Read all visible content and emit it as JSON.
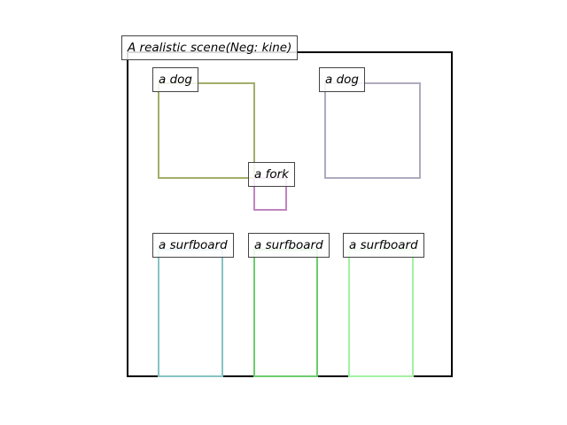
{
  "title": "A realistic scene(Neg: kine)",
  "boxes": [
    {
      "id": "dog-1",
      "label": "a dog",
      "color": "#a3ad68"
    },
    {
      "id": "dog-2",
      "label": "a dog",
      "color": "#b0aabe"
    },
    {
      "id": "fork",
      "label": "a fork",
      "color": "#bf86bf"
    },
    {
      "id": "surfboard-1",
      "label": "a surfboard",
      "color": "#86c4c4"
    },
    {
      "id": "surfboard-2",
      "label": "a surfboard",
      "color": "#6ccc6c"
    },
    {
      "id": "surfboard-3",
      "label": "a surfboard",
      "color": "#a2f2a2"
    }
  ]
}
